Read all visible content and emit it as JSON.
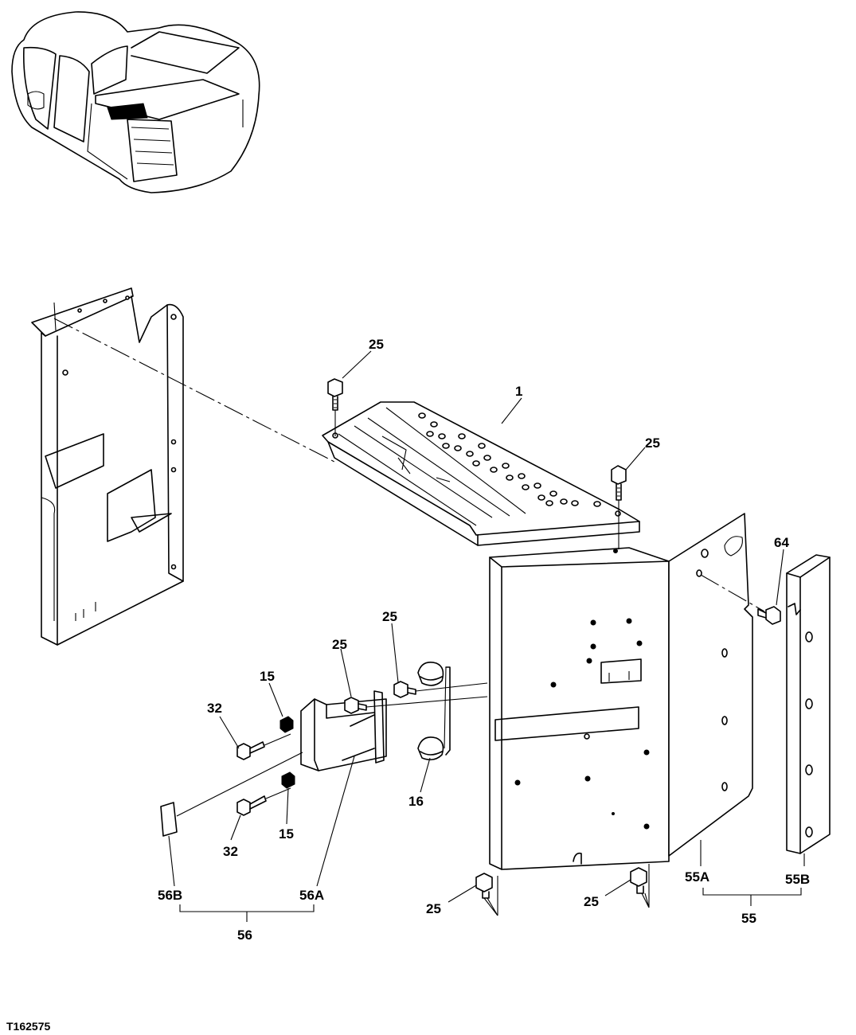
{
  "figure_id": "T162575",
  "callouts": {
    "c1": "1",
    "c25a": "25",
    "c25b": "25",
    "c25c": "25",
    "c25d": "25",
    "c25e": "25",
    "c25f": "25",
    "c64": "64",
    "c15a": "15",
    "c15b": "15",
    "c32a": "32",
    "c32b": "32",
    "c16": "16",
    "c56b": "56B",
    "c56a": "56A",
    "c56": "56",
    "c55a": "55A",
    "c55b": "55B",
    "c55": "55"
  }
}
